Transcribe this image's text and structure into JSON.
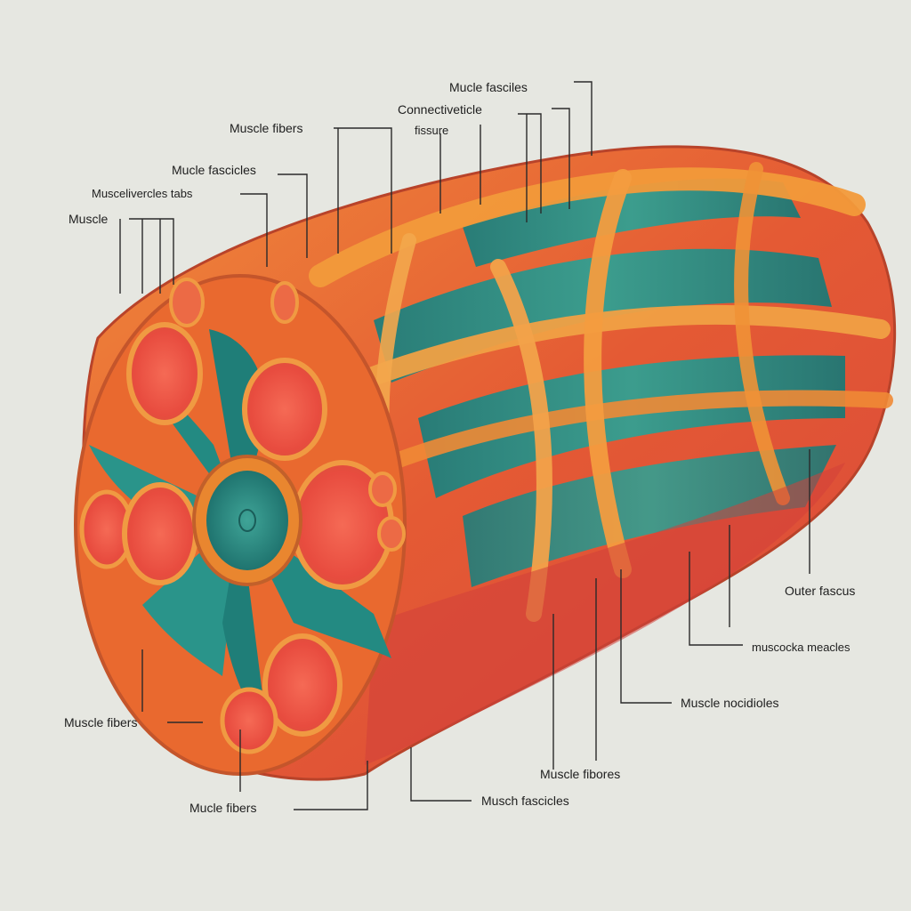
{
  "labels": {
    "muscle_fibers_top": "Muscle fibers",
    "mucle_fascicles_upper": "Mucle fascicles",
    "muscle_fascicles_tabs": "Muscelivercles tabs",
    "muscle": "Muscle",
    "mucle_fasciles_top": "Mucle fasciles",
    "connective_tissue": "Connectiveticle",
    "fissure": "fissure",
    "outer_fascia": "Outer fascus",
    "musculka_muscles": "muscocka meacles",
    "muscle_nodules": "Muscle nocidioles",
    "muscle_fibores": "Muscle fibores",
    "musch_fascicles": "Musch fascicles",
    "mucle_fibers_bottom": "Mucle fibers",
    "muscle_fibers_left": "Muscle fibers"
  },
  "colors": {
    "background": "#e6e7e1",
    "fiber_orange": "#e8752e",
    "fiber_red": "#e0433a",
    "fascicle_teal": "#2e8c84",
    "connective_gold": "#f0a23c",
    "leader_line": "#2a2a2a"
  }
}
